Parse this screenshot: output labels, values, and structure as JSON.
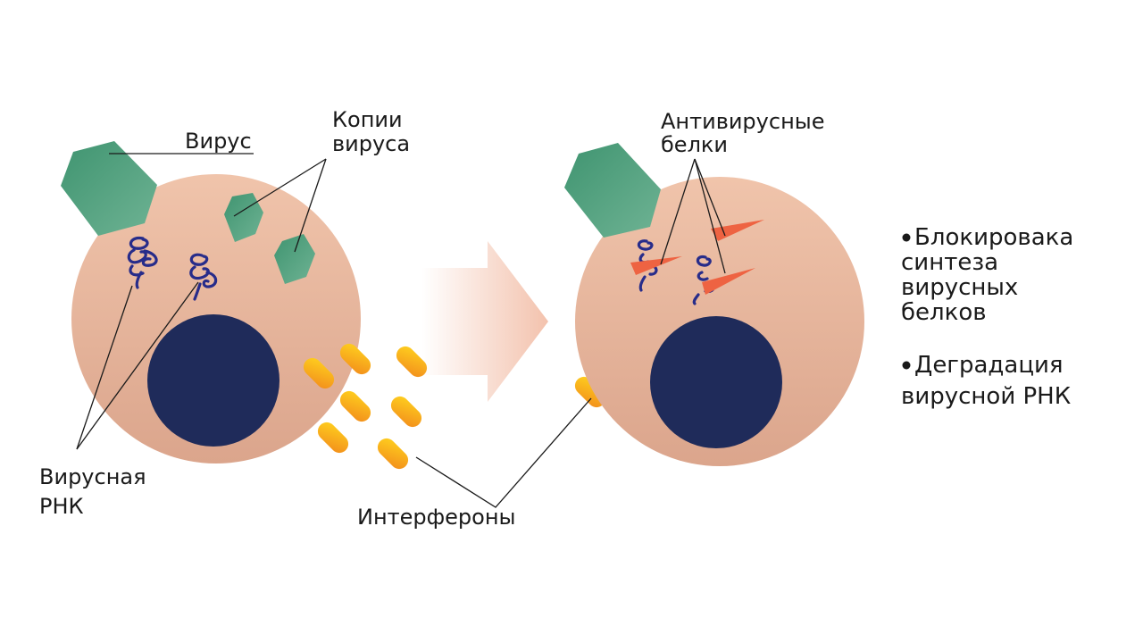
{
  "colors": {
    "cell_top": "#f0c4ab",
    "cell_bottom": "#dba58c",
    "nucleus": "#1f2b5a",
    "virus_dark": "#3f9470",
    "virus_light": "#6fb394",
    "rna": "#272c8a",
    "interferon_light": "#ffd21e",
    "interferon_dark": "#f28c1c",
    "antiviral_protein": "#ee6342",
    "arrow": "#f3c2ad"
  },
  "labels": {
    "virus": "Вирус",
    "virus_copies": [
      "Копии",
      "вируса"
    ],
    "viral_rna": [
      "Вирусная",
      "РНК"
    ],
    "interferons": "Интерфероны",
    "antiviral_proteins": [
      "Антивирусные",
      "белки"
    ]
  },
  "effects": [
    {
      "lines": [
        "Блокировака",
        "синтеза",
        "вирусных",
        "белков"
      ]
    },
    {
      "lines": [
        "Деградация",
        "вирусной РНК"
      ]
    }
  ]
}
